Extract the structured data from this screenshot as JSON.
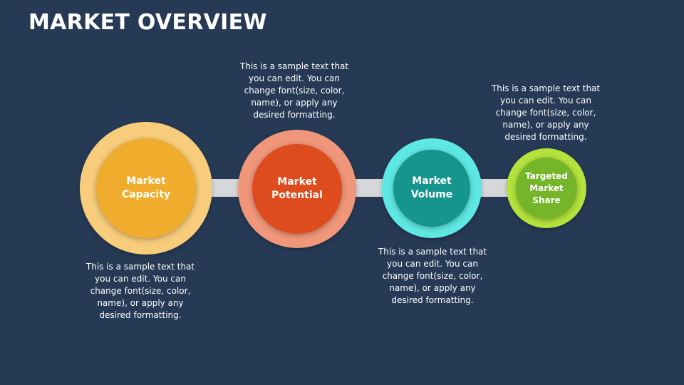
{
  "title": "MARKET OVERVIEW",
  "stages": [
    {
      "label": "Market\nCapacity",
      "color": "#f0ac2c",
      "ring_color": "#f7cd7c",
      "description": "This is a sample text that you can edit. You can change font(size, color, name), or apply any desired formatting."
    },
    {
      "label": "Market\nPotential",
      "color": "#de4b1d",
      "ring_color": "#f0967a",
      "description": "This is a sample text that you can edit. You can change font(size, color, name), or apply any desired formatting."
    },
    {
      "label": "Market\nVolume",
      "color": "#15958e",
      "ring_color": "#5ee8e3",
      "description": "This is a sample text that you can edit. You can change font(size, color, name), or apply any desired formatting."
    },
    {
      "label": "Targeted\nMarket\nShare",
      "color": "#74b52a",
      "ring_color": "#b5e23c",
      "description": "This is a sample text that you can edit. You can change font(size, color, name), or apply any desired formatting."
    }
  ]
}
